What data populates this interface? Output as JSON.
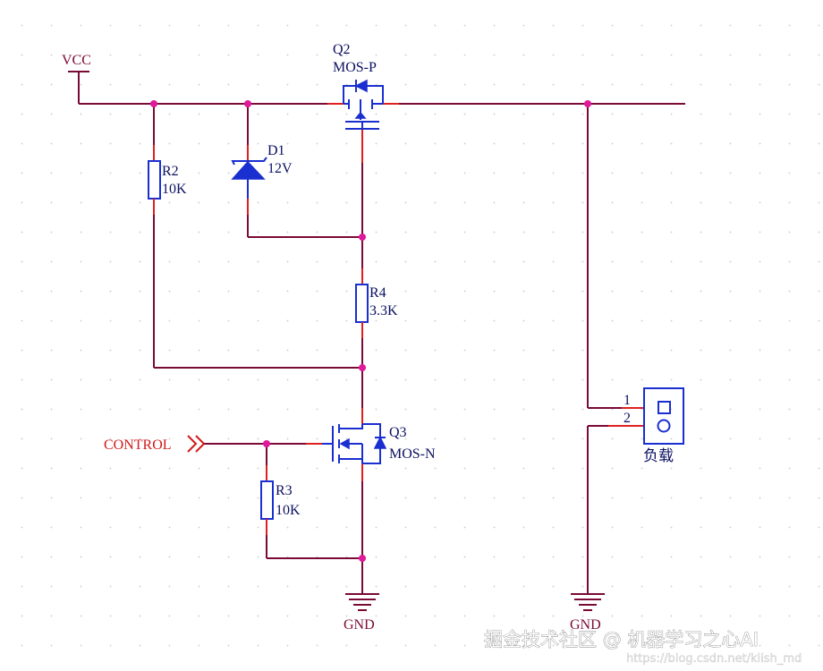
{
  "nets": {
    "vcc": "VCC",
    "gnd_left": "GND",
    "gnd_right": "GND",
    "control": "CONTROL"
  },
  "components": {
    "q2": {
      "ref": "Q2",
      "value": "MOS-P"
    },
    "d1": {
      "ref": "D1",
      "value": "12V"
    },
    "r2": {
      "ref": "R2",
      "value": "10K"
    },
    "r4": {
      "ref": "R4",
      "value": "3.3K"
    },
    "q3": {
      "ref": "Q3",
      "value": "MOS-N"
    },
    "r3": {
      "ref": "R3",
      "value": "10K"
    },
    "load": {
      "label": "负载",
      "pin1": "1",
      "pin2": "2"
    }
  },
  "watermark": {
    "main": "掘金技术社区 @ 机器学习之心AI",
    "url": "https://blog.csdn.net/kiish_md"
  },
  "colors": {
    "wire": "#7a0a36",
    "component": "#1a2fd0",
    "pin": "#e02020",
    "junction": "#e0189a",
    "control_net": "#d01a1a",
    "label": "#0b1060"
  }
}
